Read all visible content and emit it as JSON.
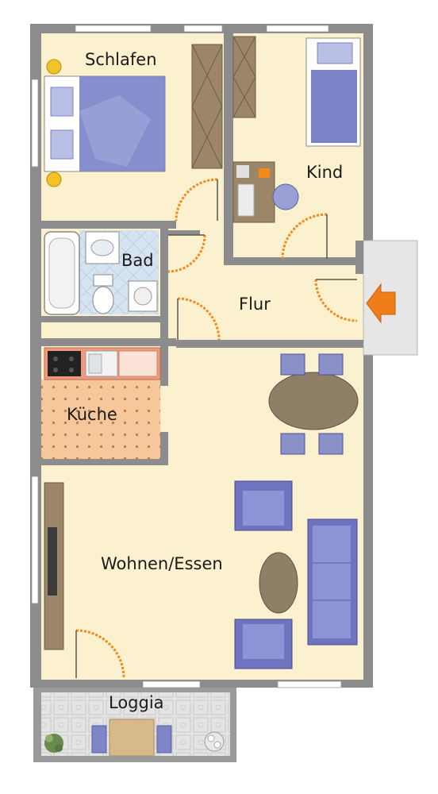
{
  "rooms": {
    "schlafen": "Schlafen",
    "kind": "Kind",
    "bad": "Bad",
    "flur": "Flur",
    "kueche": "Küche",
    "wohnen": "Wohnen/Essen",
    "loggia": "Loggia"
  },
  "colors": {
    "floor": "#fbf1cf",
    "wall": "#8c8c8c",
    "kitchen_floor": "#f5c79a",
    "bath_tile": "#c6d7ea",
    "loggia_floor": "#e2e2e2",
    "furniture_blue": "#6e74c0",
    "table_brown": "#8f7f67",
    "door_orange": "#f08a1c",
    "entry_arrow": "#f07d1a",
    "counter_salmon": "#f29a7e"
  },
  "icons": [
    "entry-arrow-icon",
    "plant-icon",
    "lamp-icon"
  ]
}
